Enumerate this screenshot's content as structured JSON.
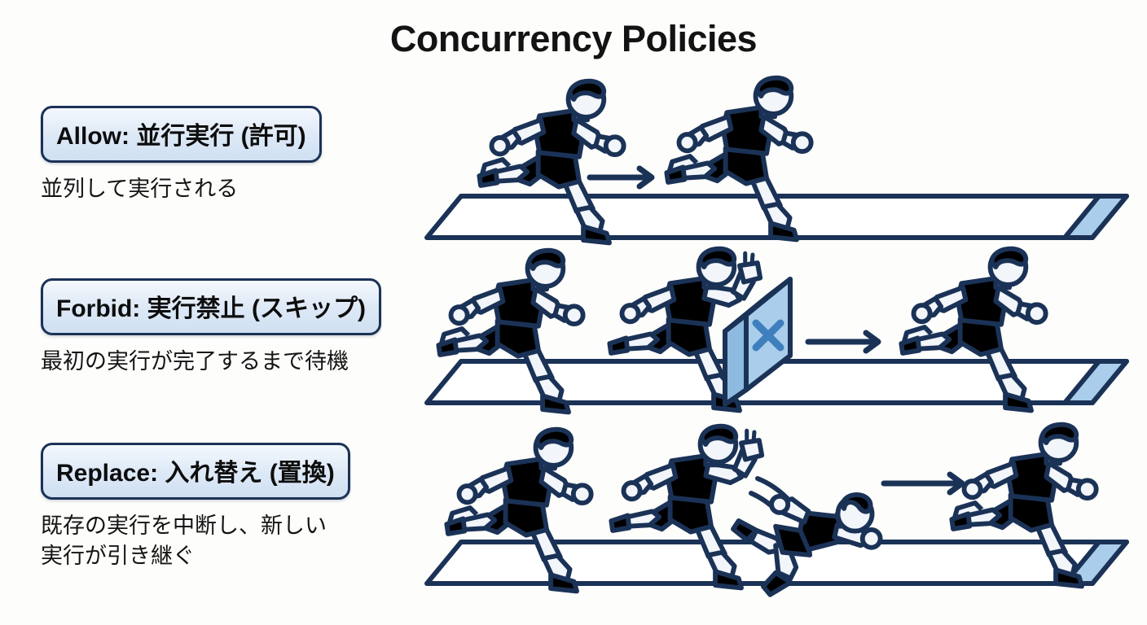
{
  "title": "Concurrency Policies",
  "background_color": "#fdfdfb",
  "palette": {
    "outline": "#1b3257",
    "blue": "#1f78c8",
    "blue_dark": "#1565b5",
    "green": "#17b395",
    "green_dark": "#0ea585",
    "skin": "#f2f5f9",
    "track_fill": "#ffffff",
    "finish_fill": "#a9cdea",
    "wall_fill": "#a9cdea",
    "wall_side": "#8fbadf",
    "badge_border": "#1b3257",
    "text": "#111111"
  },
  "rows": [
    {
      "id": "allow",
      "badge": "Allow: 並行実行 (許可)",
      "caption": "並列して実行される",
      "runners": [
        {
          "pose": "run",
          "color": "blue"
        },
        {
          "pose": "run",
          "color": "green"
        }
      ],
      "arrows": 1,
      "barrier": false,
      "fallen": false
    },
    {
      "id": "forbid",
      "badge": "Forbid: 実行禁止 (スキップ)",
      "caption": "最初の実行が完了するまで待機",
      "runners": [
        {
          "pose": "run",
          "color": "blue"
        },
        {
          "pose": "stop-hand",
          "color": "green"
        },
        {
          "pose": "run",
          "color": "blue"
        }
      ],
      "arrows": 1,
      "barrier": true,
      "barrier_mark": "×",
      "fallen": false
    },
    {
      "id": "replace",
      "badge": "Replace: 入れ替え (置換)",
      "caption_lines": [
        "既存の実行を中断し、新しい",
        "実行が引き継ぐ"
      ],
      "caption": "既存の実行を中断し、新しい\n実行が引き継ぐ",
      "runners": [
        {
          "pose": "run",
          "color": "blue"
        },
        {
          "pose": "push",
          "color": "green"
        },
        {
          "pose": "fallen",
          "color": "blue"
        },
        {
          "pose": "run",
          "color": "green"
        }
      ],
      "arrows": 1,
      "barrier": false,
      "fallen": true
    }
  ]
}
